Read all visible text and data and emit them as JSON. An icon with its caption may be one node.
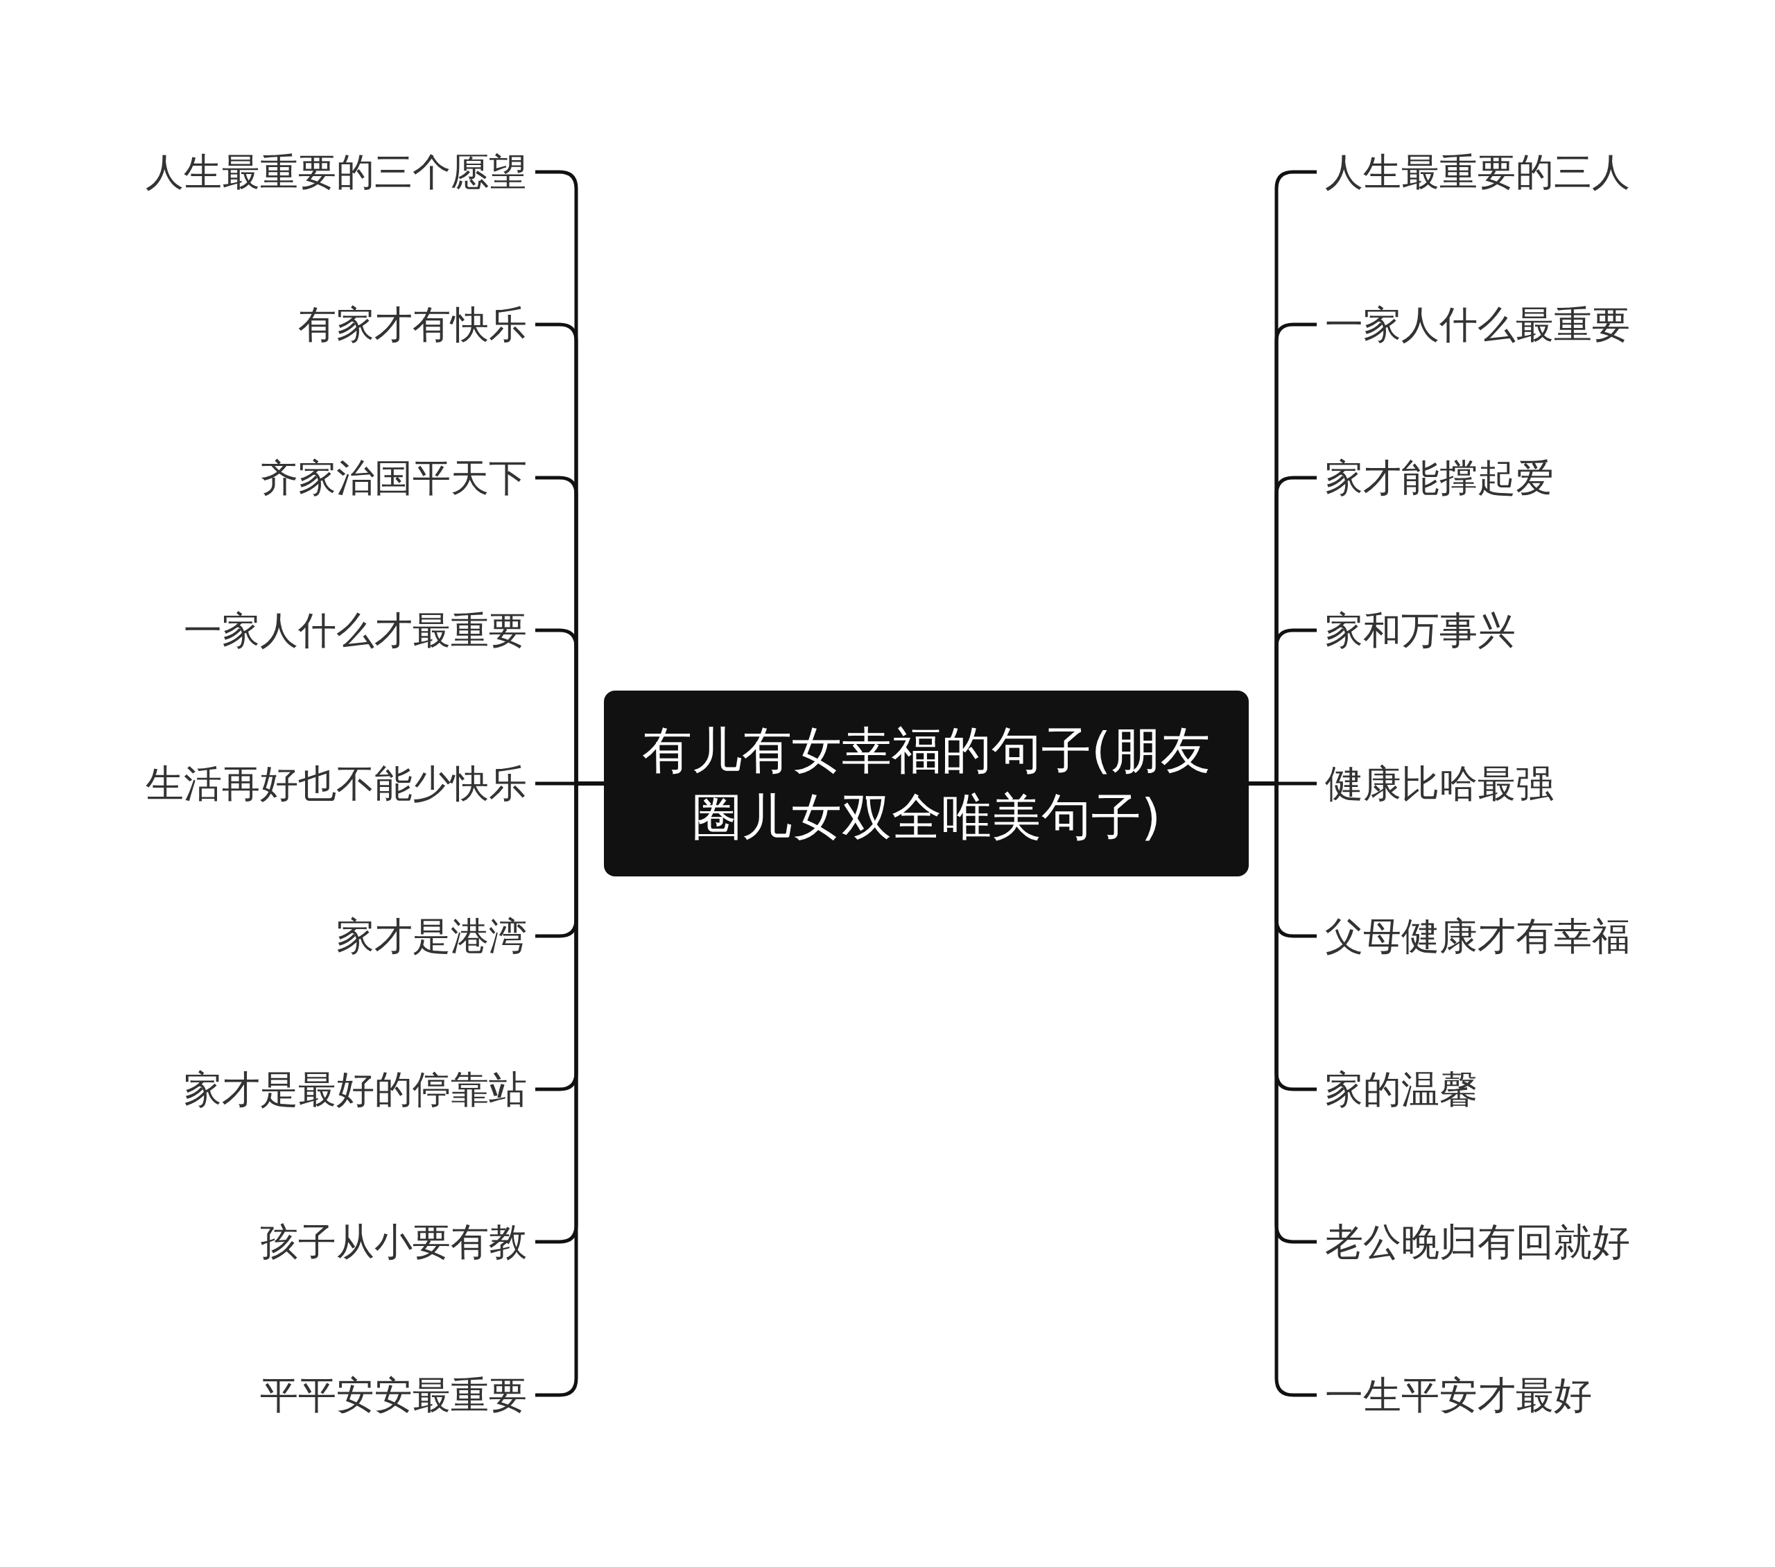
{
  "diagram": {
    "nodes": [
      {
        "text": [
          "有儿有女幸福的句子(朋友圈儿女双全唯美句子)"
        ]
      },
      {
        "text": [
          "人生最重要的三个愿望"
        ]
      },
      {
        "text": [
          "有家才有快乐"
        ]
      },
      {
        "text": [
          "齐家治国平天下"
        ]
      },
      {
        "text": [
          "一家人什么才最重要"
        ]
      },
      {
        "text": [
          "生活再好也不能少快乐"
        ]
      },
      {
        "text": [
          "家才是港湾"
        ]
      },
      {
        "text": [
          "家才是最好的停靠站"
        ]
      },
      {
        "text": [
          "孩子从小要有教"
        ]
      },
      {
        "text": [
          "平平安安最重要"
        ]
      },
      {
        "text": [
          "人生最重要的三人"
        ]
      },
      {
        "text": [
          "一家人什么最重要"
        ]
      },
      {
        "text": [
          "家才能撑起爱"
        ]
      },
      {
        "text": [
          "家和万事兴"
        ]
      },
      {
        "text": [
          "健康比哈最强"
        ]
      },
      {
        "text": [
          "父母健康才有幸福"
        ]
      },
      {
        "text": [
          "家的温馨"
        ]
      },
      {
        "text": [
          "老公晚归有回就好"
        ]
      },
      {
        "text": [
          "一生平安才最好"
        ]
      }
    ],
    "edges": [
      {
        "from": 0,
        "to": 1,
        "arrow": "none"
      },
      {
        "from": 0,
        "to": 2,
        "arrow": "none"
      },
      {
        "from": 0,
        "to": 3,
        "arrow": "none"
      },
      {
        "from": 0,
        "to": 4,
        "arrow": "none"
      },
      {
        "from": 0,
        "to": 5,
        "arrow": "none"
      },
      {
        "from": 0,
        "to": 6,
        "arrow": "none"
      },
      {
        "from": 0,
        "to": 7,
        "arrow": "none"
      },
      {
        "from": 0,
        "to": 8,
        "arrow": "none"
      },
      {
        "from": 0,
        "to": 9,
        "arrow": "none"
      },
      {
        "from": 0,
        "to": 10,
        "arrow": "none"
      },
      {
        "from": 0,
        "to": 11,
        "arrow": "none"
      },
      {
        "from": 0,
        "to": 12,
        "arrow": "none"
      },
      {
        "from": 0,
        "to": 13,
        "arrow": "none"
      },
      {
        "from": 0,
        "to": 14,
        "arrow": "none"
      },
      {
        "from": 0,
        "to": 15,
        "arrow": "none"
      },
      {
        "from": 0,
        "to": 16,
        "arrow": "none"
      },
      {
        "from": 0,
        "to": 17,
        "arrow": "none"
      },
      {
        "from": 0,
        "to": 18,
        "arrow": "none"
      }
    ]
  }
}
